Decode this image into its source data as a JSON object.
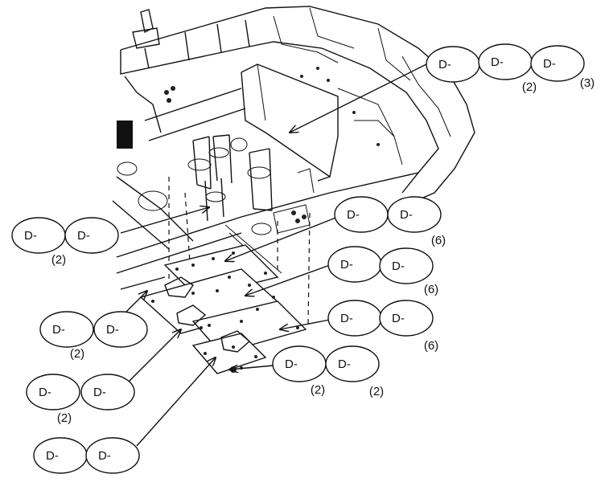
{
  "callouts": [
    {
      "id": "top-right",
      "labels": [
        "D-",
        "D-",
        "D-"
      ],
      "quantities": [
        "(2)",
        "(3)"
      ]
    },
    {
      "id": "left-upper",
      "labels": [
        "D-",
        "D-"
      ],
      "quantities": [
        "(2)"
      ]
    },
    {
      "id": "right-1",
      "labels": [
        "D-",
        "D-"
      ],
      "quantities": [
        "(6)"
      ]
    },
    {
      "id": "right-2",
      "labels": [
        "D-",
        "D-"
      ],
      "quantities": [
        "(6)"
      ]
    },
    {
      "id": "right-3",
      "labels": [
        "D-",
        "D-"
      ],
      "quantities": [
        "(6)"
      ]
    },
    {
      "id": "bottom-center",
      "labels": [
        "D-",
        "D-"
      ],
      "quantities": [
        "(2)",
        "(2)"
      ]
    },
    {
      "id": "left-mid",
      "labels": [
        "D-",
        "D-"
      ],
      "quantities": [
        "(2)"
      ]
    },
    {
      "id": "left-low",
      "labels": [
        "D-",
        "D-"
      ],
      "quantities": [
        "(2)"
      ]
    },
    {
      "id": "bottom-left",
      "labels": [
        "D-",
        "D-"
      ],
      "quantities": []
    }
  ]
}
